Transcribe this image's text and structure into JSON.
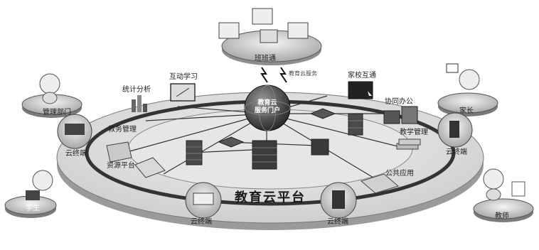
{
  "diagram": {
    "platform_label": "教育云平台",
    "hub_label_line1": "教育云",
    "hub_label_line2": "服务门户",
    "top_group_label": "班班通",
    "cloud_service_label": "教育云服务",
    "modules": {
      "interactive_learning": "互动学习",
      "statistics": "统计分析",
      "academic_management": "教务管理",
      "resource_platform": "资源平台",
      "home_school": "家校互通",
      "collaborative_office": "协同办公",
      "teaching_management": "教学管理",
      "public_application": "公共应用"
    },
    "roles": {
      "management": "管理部门",
      "student": "学生",
      "parent": "家长",
      "teacher": "教师"
    },
    "terminals": {
      "left": "云终端",
      "right": "云终端",
      "bottom_left": "云终端",
      "bottom_right": "云终端"
    }
  }
}
